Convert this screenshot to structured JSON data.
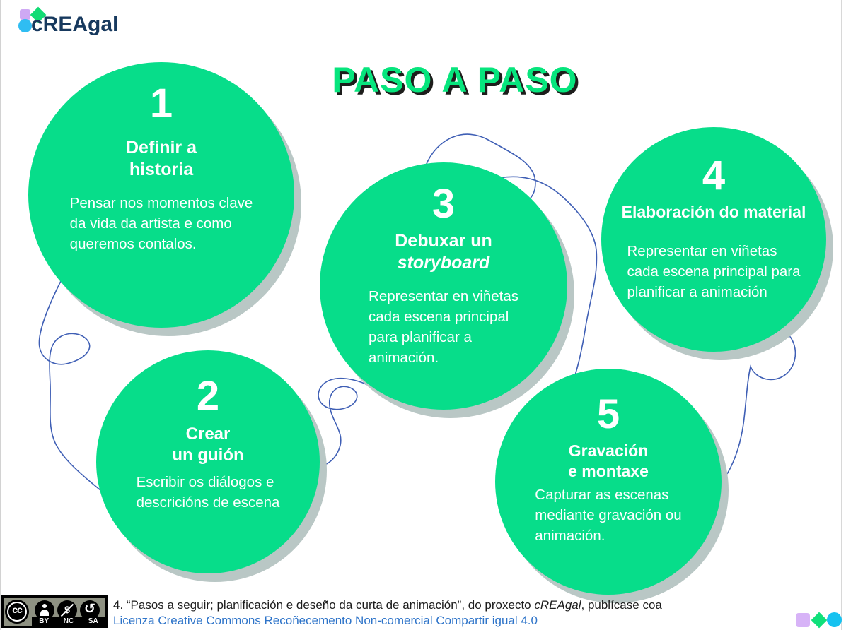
{
  "logo": {
    "text": "cREAgal"
  },
  "title": "PASO A PASO",
  "steps": [
    {
      "number": "1",
      "title_line1": "Definir a",
      "title_line2": "historia",
      "body": [
        "Pensar nos momentos clave",
        "da vida da artista e como",
        "queremos contalos."
      ]
    },
    {
      "number": "2",
      "title_line1": "Crear",
      "title_line2": "un guión",
      "body": [
        "Escribir os diálogos e",
        "descricións de escena"
      ]
    },
    {
      "number": "3",
      "title_line1": "Debuxar un",
      "title_line2": "storyboard",
      "body": [
        "Representar en viñetas",
        "cada escena principal",
        "para planificar a",
        "animación."
      ]
    },
    {
      "number": "4",
      "title_line1": "Elaboración do material",
      "title_line2": "",
      "body": [
        "Representar en viñetas",
        "cada escena principal para",
        "planificar a animación"
      ]
    },
    {
      "number": "5",
      "title_line1": "Gravación",
      "title_line2": "e montaxe",
      "body": [
        "Capturar as escenas",
        "mediante gravación ou",
        "animación."
      ]
    }
  ],
  "footer": {
    "line1_pre": "4. “Pasos a seguir; planificación e deseño da curta de animación”, do proxecto ",
    "line1_italic": "cREAgal",
    "line1_post": ", publícase coa",
    "license_link": "Licenza Creative Commons Recoñecemento Non-comercial Compartir igual 4.0",
    "cc_labels": [
      "BY",
      "NC",
      "SA"
    ]
  },
  "colors": {
    "circle_green": "#07dd8a",
    "title_green": "#07e57d",
    "title_shadow": "#1d1d1b",
    "logo_navy": "#17395e",
    "link_blue": "#2e74c9",
    "squiggle_blue": "#3f5fb5",
    "circle_shadow_gray": "#b9c7c5",
    "shape_purple": "#d7b3f7",
    "shape_green": "#10e07a",
    "shape_cyan": "#16c2f0",
    "cc_badge_gray": "#8e9182"
  }
}
